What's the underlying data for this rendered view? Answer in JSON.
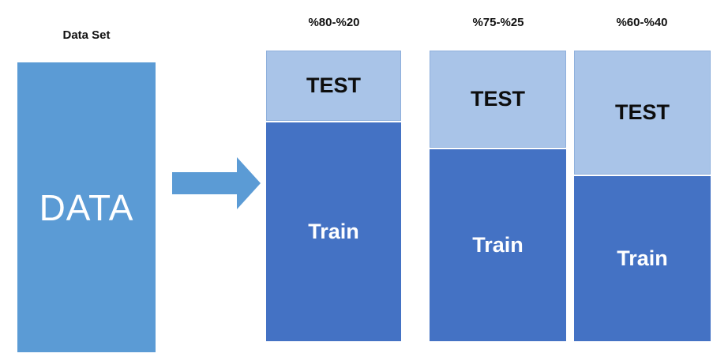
{
  "dataset": {
    "title": "Data Set",
    "block_label": "DATA",
    "color": "#5b9bd5"
  },
  "splits": [
    {
      "title": "%80-%20",
      "test_label": "TEST",
      "train_label": "Train",
      "train_percent": 80,
      "test_percent": 20
    },
    {
      "title": "%75-%25",
      "test_label": "TEST",
      "train_label": "Train",
      "train_percent": 75,
      "test_percent": 25
    },
    {
      "title": "%60-%40",
      "test_label": "TEST",
      "train_label": "Train",
      "train_percent": 60,
      "test_percent": 40
    }
  ],
  "colors": {
    "test": "#a9c4e8",
    "train": "#4472c4",
    "arrow": "#5b9bd5"
  }
}
